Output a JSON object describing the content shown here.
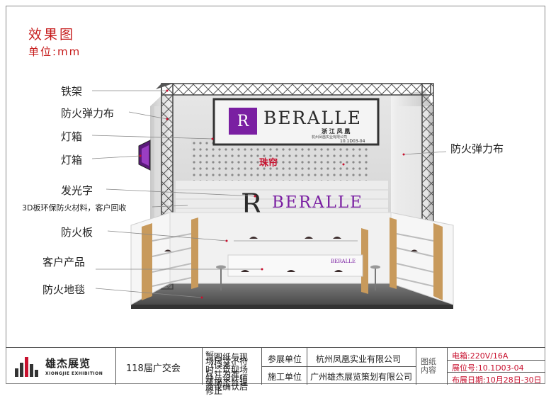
{
  "header": {
    "title": "效果图",
    "unit": "单位:mm"
  },
  "labels_left": [
    "铁架",
    "防火弹力布",
    "灯箱",
    "灯箱",
    "发光字",
    "3D板环保防火材料，客户回收",
    "防火板",
    "客户产品",
    "防火地毯"
  ],
  "labels_right": [
    "防火弹力布"
  ],
  "bead_curtain_label": "珠帘",
  "brand": {
    "name": "BERALLE",
    "sign_cn": "浙 江 凤 凰",
    "sign_sub": "杭州凤凰实业有限公司",
    "booth_small": "10.1D03-04",
    "colors": {
      "purple": "#7a1fa2",
      "dark": "#2a2a2a",
      "accent_red": "#c8102e"
    }
  },
  "title_block": {
    "company_cn": "雄杰展览",
    "company_en": "XIONGJIE EXHIBITION",
    "event": "118届广交会",
    "note_label": "备注:",
    "note_text": "当图纸与现场尺寸不符（误差）时，以现场尺寸为准，并与设计师或施工监理商议确认后修正",
    "exhibitor_label": "参展单位",
    "exhibitor": "杭州凤凰实业有限公司",
    "builder_label": "施工单位",
    "builder": "广州雄杰展览策划有限公司",
    "drawing_label": "图纸内容",
    "power": "电箱:220V/16A",
    "booth": "展位号:10.1D03-04",
    "dates": "布展日期:10月28日-30日"
  }
}
